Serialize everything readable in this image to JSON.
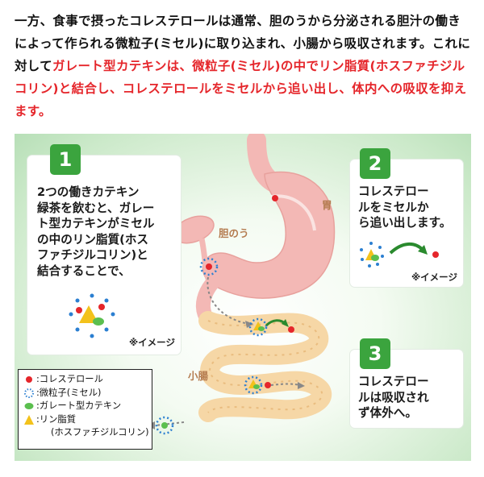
{
  "intro": {
    "part1": "一方、食事で摂ったコレステロールは通常、胆のうから分泌される胆汁の働きによって作られる微粒子(ミセル)に取り込まれ、小腸から吸収されます。これに対して",
    "part2_red": "ガレート型カテキンは、微粒子(ミセル)の中でリン脂質(ホスファチジルコリン)と結合し、コレステロールをミセルから追い出し、体内への吸収を抑えます。"
  },
  "step1": {
    "number": "1",
    "lines": [
      "2つの働きカテキン",
      "緑茶を飲むと、ガレー",
      "ト型カテキンがミセル",
      "の中のリン脂質(ホス",
      "ファチジルコリン)と",
      "結合することで、"
    ],
    "note": "※イメージ"
  },
  "step2": {
    "number": "2",
    "lines": [
      "コレステロー",
      "ルをミセルか",
      "ら追い出します。"
    ],
    "note": "※イメージ"
  },
  "step3": {
    "number": "3",
    "lines": [
      "コレステロー",
      "ルは吸収され",
      "ず体外へ。"
    ]
  },
  "organs": {
    "gallbladder": "胆のう",
    "stomach": "胃",
    "small_intestine": "小腸"
  },
  "legend": {
    "items": [
      {
        "symbol": "red-dot-icon",
        "label": ":コレステロール"
      },
      {
        "symbol": "micelle-icon",
        "label": ":微粒子(ミセル)"
      },
      {
        "symbol": "green-leaf-icon",
        "label": ":ガレート型カテキン"
      },
      {
        "symbol": "yellow-triangle-icon",
        "label": ":リン脂質"
      },
      {
        "symbol": "",
        "label": "(ホスファチジルコリン)"
      }
    ]
  },
  "colors": {
    "accent_red": "#e5262b",
    "step_green": "#3ba43e",
    "organ_pink": "#f3b8b5",
    "intestine": "#f6d7a6",
    "micelle_blue": "#2b7fd1",
    "catechin_green": "#5bbf4f",
    "phospholipid_yellow": "#f3c21b"
  }
}
